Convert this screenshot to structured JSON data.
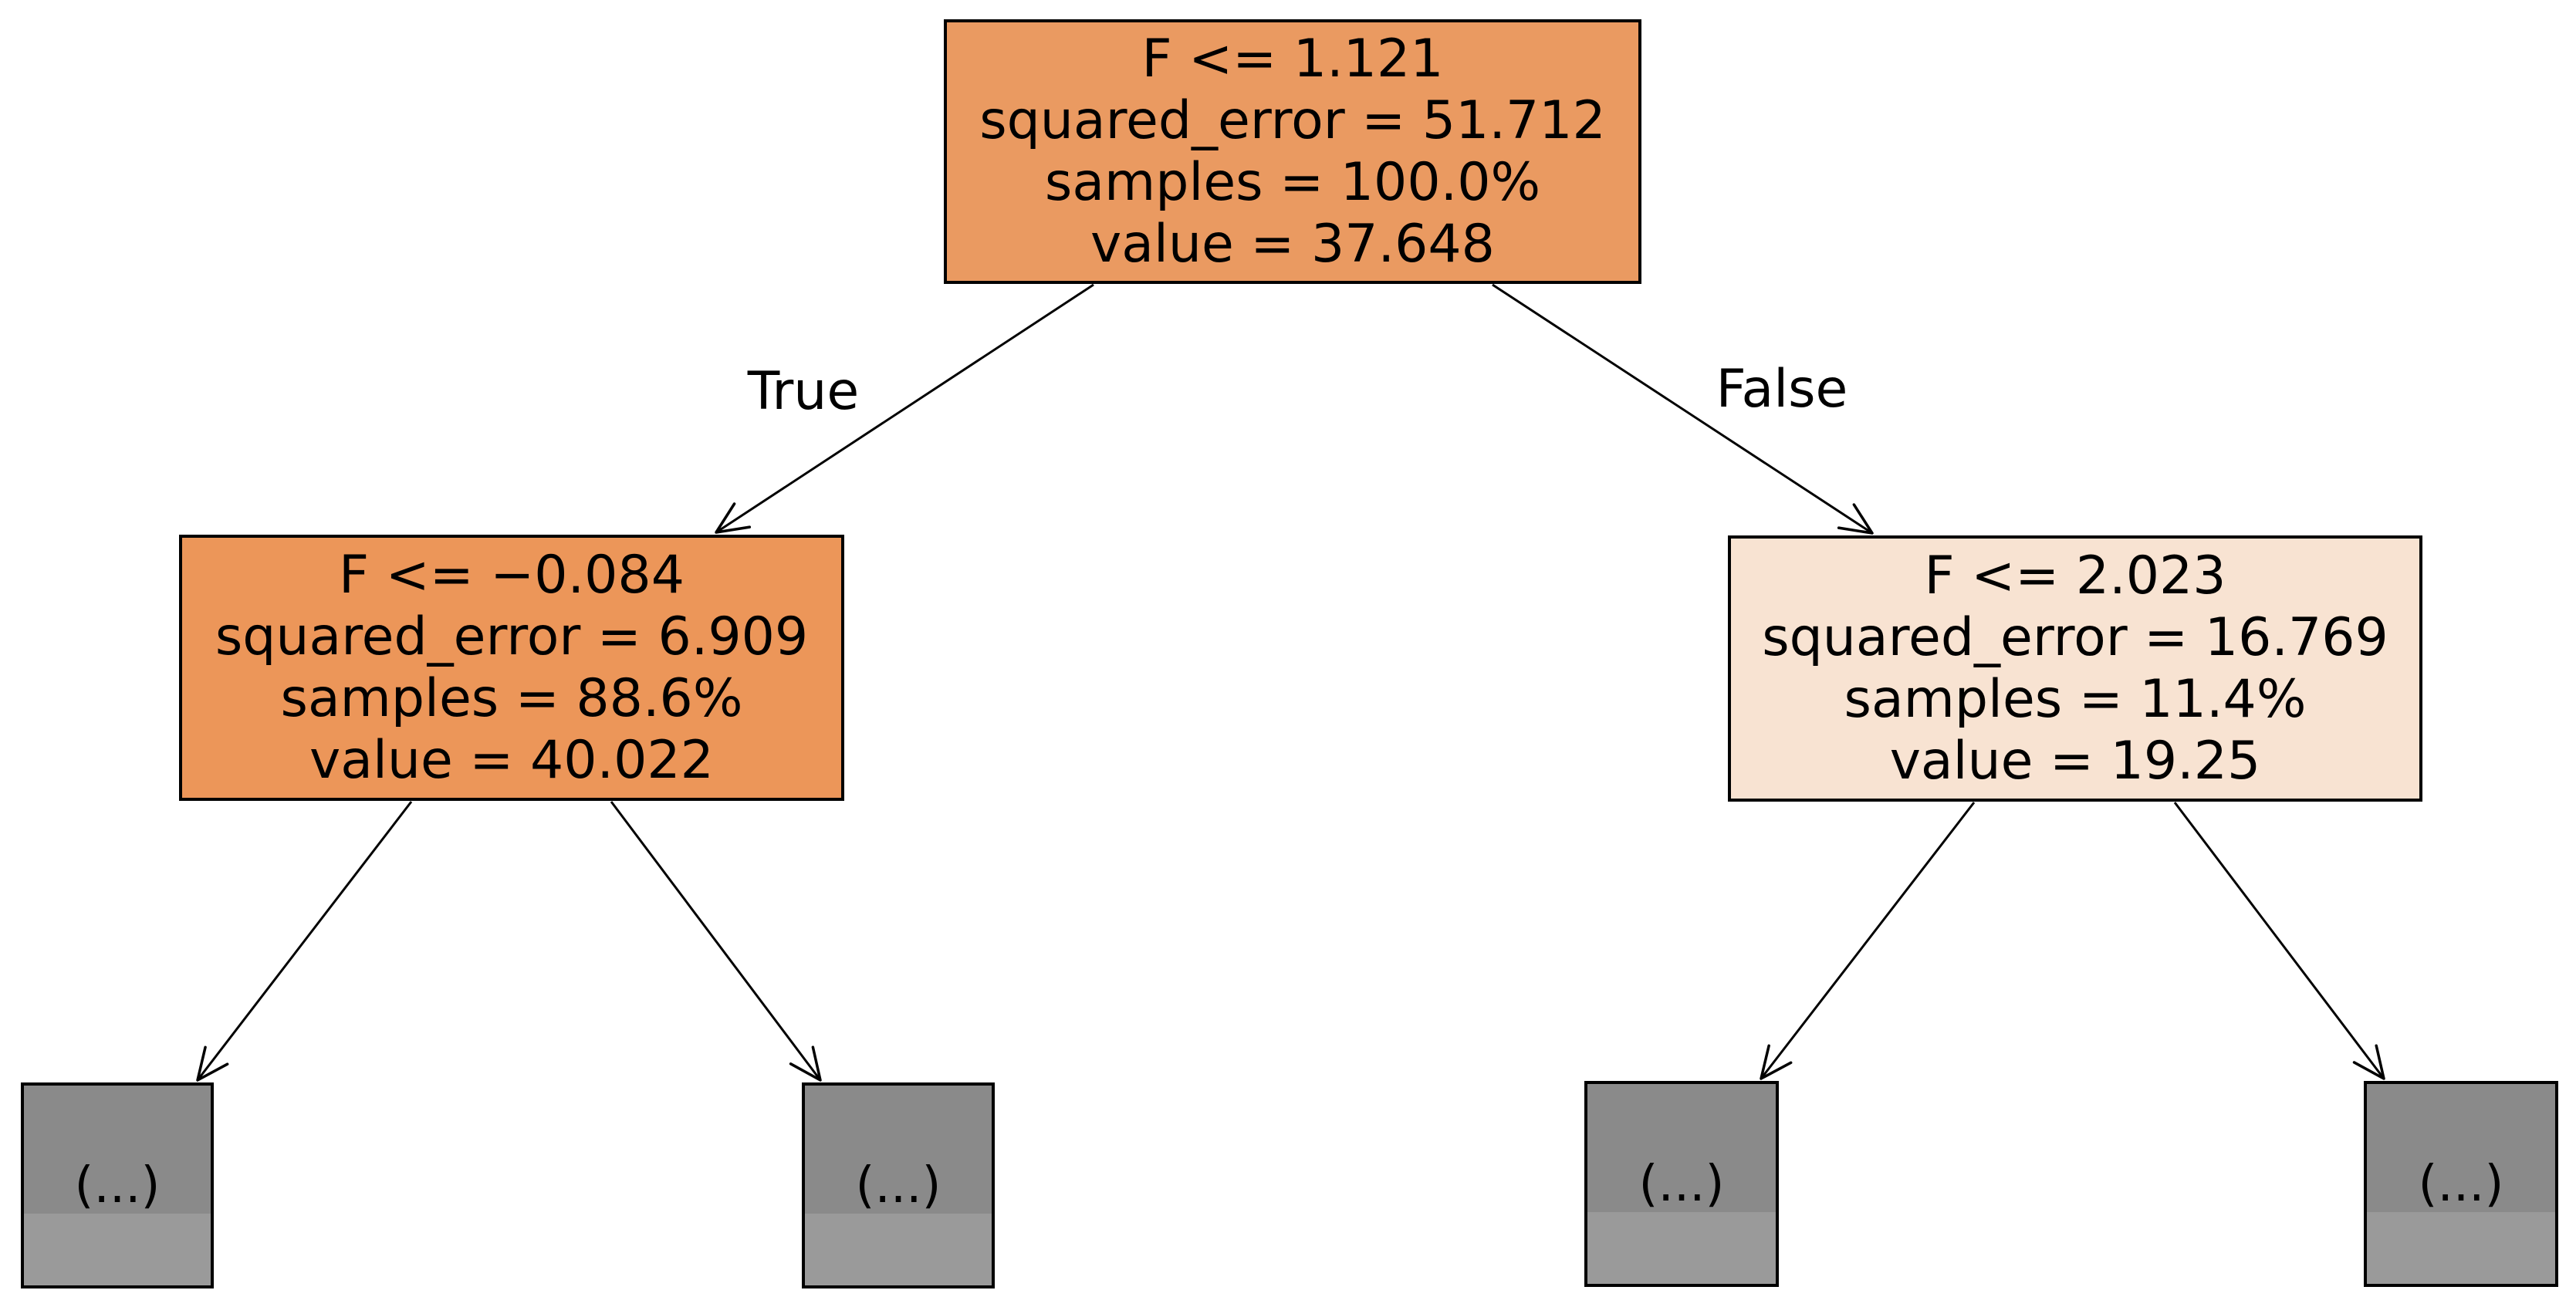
{
  "figure": {
    "type": "decision-tree",
    "feature_name": "F",
    "nodes": {
      "root": {
        "lines": [
          "F <= 1.121",
          "squared_error = 51.712",
          "samples = 100.0%",
          "value = 37.648"
        ]
      },
      "left": {
        "lines": [
          "F <= −0.084",
          "squared_error = 6.909",
          "samples = 88.6%",
          "value = 40.022"
        ]
      },
      "right": {
        "lines": [
          "F <= 2.023",
          "squared_error = 16.769",
          "samples = 11.4%",
          "value = 19.25"
        ]
      },
      "leaf1": {
        "label": "(...)"
      },
      "leaf2": {
        "label": "(...)"
      },
      "leaf3": {
        "label": "(...)"
      },
      "leaf4": {
        "label": "(...)"
      }
    },
    "edge_labels": {
      "true_label": "True",
      "false_label": "False"
    },
    "colors": {
      "background": "#ffffff",
      "border": "#000000",
      "arrow": "#000000",
      "root_fill": "#ea9a61",
      "left_fill": "#ec9659",
      "right_fill": "#f8e3d2",
      "leaf_top": "#8a8a8a",
      "leaf_bottom": "#9a9a9a"
    }
  }
}
